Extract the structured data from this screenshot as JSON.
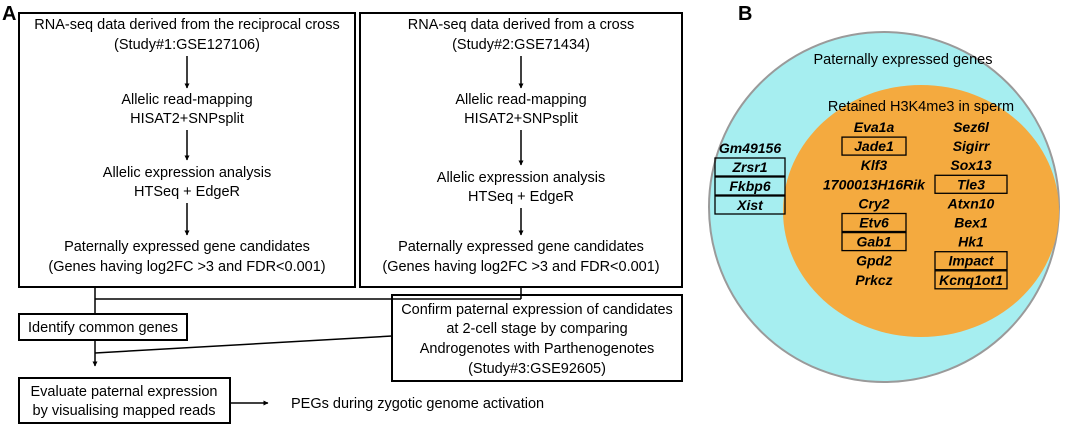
{
  "panel_a": {
    "label": "A",
    "study1": {
      "title": "RNA-seq data derived from the reciprocal cross",
      "study_id": "(Study#1:GSE127106)",
      "mapping_title": "Allelic read-mapping",
      "mapping_tools": "HISAT2+SNPsplit",
      "analysis_title": "Allelic expression analysis",
      "analysis_tools": "HTSeq + EdgeR",
      "candidates_title": "Paternally expressed gene candidates",
      "candidates_criteria": "(Genes having log2FC >3 and FDR<0.001)"
    },
    "study2": {
      "title": "RNA-seq data derived from a cross",
      "study_id": "(Study#2:GSE71434)",
      "mapping_title": "Allelic read-mapping",
      "mapping_tools": "HISAT2+SNPsplit",
      "analysis_title": "Allelic expression analysis",
      "analysis_tools": "HTSeq + EdgeR",
      "candidates_title": "Paternally expressed gene candidates",
      "candidates_criteria": "(Genes having log2FC >3 and FDR<0.001)"
    },
    "identify": "Identify common genes",
    "confirm": {
      "line1": "Confirm paternal expression of candidates",
      "line2": "at 2-cell stage by comparing",
      "line3": "Androgenotes with Parthenogenotes",
      "line4": "(Study#3:GSE92605)"
    },
    "evaluate": {
      "line1": "Evaluate paternal expression",
      "line2": "by visualising mapped reads"
    },
    "result": "PEGs  during zygotic genome activation"
  },
  "panel_b": {
    "label": "B",
    "outer_label": "Paternally expressed genes",
    "inner_label": "Retained H3K4me3 in sperm",
    "outer_genes": [
      {
        "name": "Gm49156",
        "boxed": false
      },
      {
        "name": "Zrsr1",
        "boxed": true
      },
      {
        "name": "Fkbp6",
        "boxed": true
      },
      {
        "name": "Xist",
        "boxed": true
      }
    ],
    "inner_left_genes": [
      {
        "name": "Eva1a",
        "boxed": false
      },
      {
        "name": "Jade1",
        "boxed": true
      },
      {
        "name": "Klf3",
        "boxed": false
      },
      {
        "name": "1700013H16Rik",
        "boxed": false
      },
      {
        "name": "Cry2",
        "boxed": false
      },
      {
        "name": "Etv6",
        "boxed": true
      },
      {
        "name": "Gab1",
        "boxed": true
      },
      {
        "name": "Gpd2",
        "boxed": false
      },
      {
        "name": "Prkcz",
        "boxed": false
      }
    ],
    "inner_right_genes": [
      {
        "name": "Sez6l",
        "boxed": false
      },
      {
        "name": "Sigirr",
        "boxed": false
      },
      {
        "name": "Sox13",
        "boxed": false
      },
      {
        "name": "Tle3",
        "boxed": true
      },
      {
        "name": "Atxn10",
        "boxed": false
      },
      {
        "name": "Bex1",
        "boxed": false
      },
      {
        "name": "Hk1",
        "boxed": false
      },
      {
        "name": "Impact",
        "boxed": true
      },
      {
        "name": "Kcnq1ot1",
        "boxed": true
      }
    ],
    "colors": {
      "outer_fill": "#a6eef0",
      "outer_stroke": "#9a9a9a",
      "inner_fill": "#f4aa3f"
    }
  }
}
